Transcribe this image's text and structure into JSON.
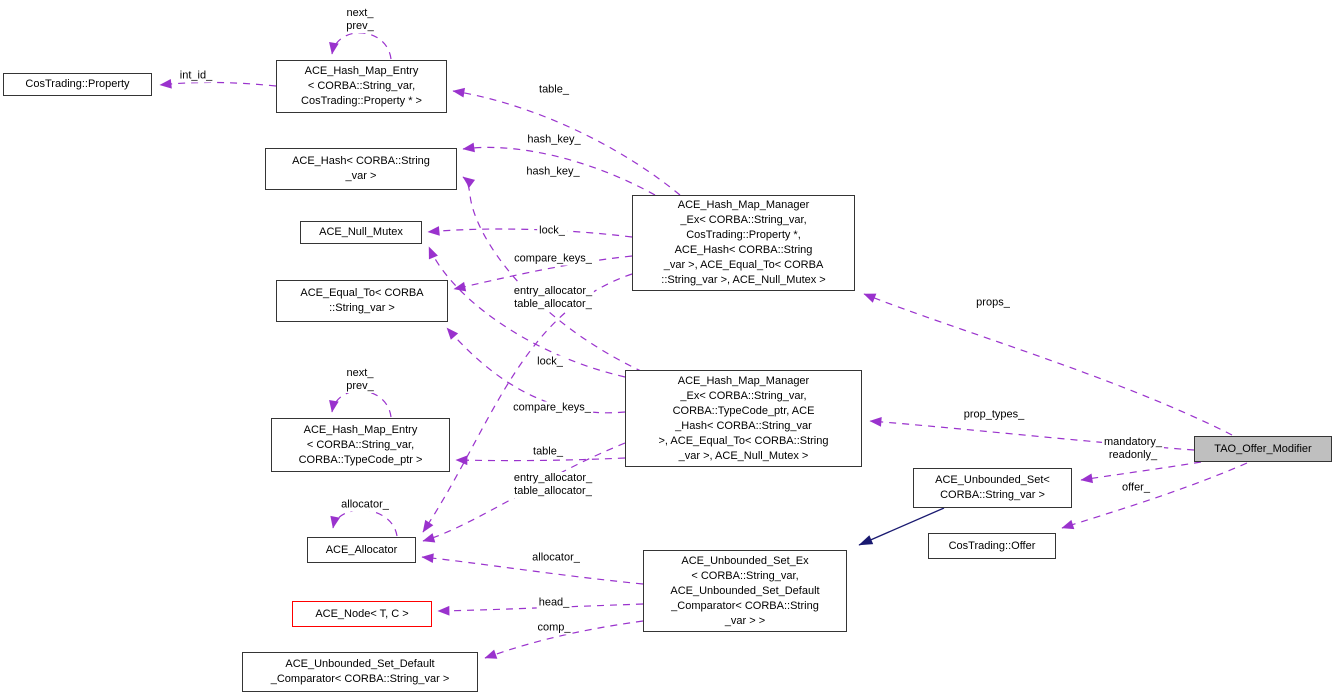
{
  "colors": {
    "edge": "#9a32cd",
    "inherit": "#191970",
    "border": "#353535",
    "fill": "#ffffff",
    "focus-fill": "#bfbfbf",
    "undoc-border": "#ff0000",
    "text": "#000000",
    "bg": "#ffffff"
  },
  "nodes": [
    {
      "id": "cos-trading-property",
      "text": "CosTrading::Property"
    },
    {
      "id": "hash-map-entry-property",
      "text": "ACE_Hash_Map_Entry\n< CORBA::String_var,\n CosTrading::Property * >"
    },
    {
      "id": "ace-hash",
      "text": "ACE_Hash< CORBA::String\n_var >"
    },
    {
      "id": "ace-null-mutex",
      "text": "ACE_Null_Mutex"
    },
    {
      "id": "ace-equal-to",
      "text": "ACE_Equal_To< CORBA\n::String_var >"
    },
    {
      "id": "hash-map-manager-property",
      "text": "ACE_Hash_Map_Manager\n_Ex< CORBA::String_var,\n CosTrading::Property *,\n ACE_Hash< CORBA::String\n_var >, ACE_Equal_To< CORBA\n::String_var >, ACE_Null_Mutex >"
    },
    {
      "id": "hash-map-entry-typecode",
      "text": "ACE_Hash_Map_Entry\n< CORBA::String_var,\n CORBA::TypeCode_ptr >"
    },
    {
      "id": "hash-map-manager-typecode",
      "text": "ACE_Hash_Map_Manager\n_Ex< CORBA::String_var,\n CORBA::TypeCode_ptr, ACE\n_Hash< CORBA::String_var\n >, ACE_Equal_To< CORBA::String\n_var >, ACE_Null_Mutex >"
    },
    {
      "id": "ace-allocator",
      "text": "ACE_Allocator"
    },
    {
      "id": "ace-node",
      "text": "ACE_Node< T, C >"
    },
    {
      "id": "unbounded-set-default-comparator",
      "text": "ACE_Unbounded_Set_Default\n_Comparator< CORBA::String_var >"
    },
    {
      "id": "unbounded-set-ex",
      "text": "ACE_Unbounded_Set_Ex\n< CORBA::String_var,\n ACE_Unbounded_Set_Default\n_Comparator< CORBA::String\n_var > >"
    },
    {
      "id": "unbounded-set",
      "text": "ACE_Unbounded_Set<\nCORBA::String_var >"
    },
    {
      "id": "cos-trading-offer",
      "text": "CosTrading::Offer"
    },
    {
      "id": "tao-offer-modifier",
      "text": "TAO_Offer_Modifier"
    }
  ],
  "labels": [
    {
      "text": "int_id_"
    },
    {
      "text": "next_\nprev_"
    },
    {
      "text": "table_"
    },
    {
      "text": "hash_key_"
    },
    {
      "text": "hash_key_"
    },
    {
      "text": "lock_"
    },
    {
      "text": "compare_keys_"
    },
    {
      "text": "entry_allocator_\ntable_allocator_"
    },
    {
      "text": "next_\nprev_"
    },
    {
      "text": "lock_"
    },
    {
      "text": "compare_keys_"
    },
    {
      "text": "table_"
    },
    {
      "text": "entry_allocator_\ntable_allocator_"
    },
    {
      "text": "allocator_"
    },
    {
      "text": "allocator_"
    },
    {
      "text": "head_"
    },
    {
      "text": "comp_"
    },
    {
      "text": "props_"
    },
    {
      "text": "prop_types_"
    },
    {
      "text": "mandatory_\nreadonly_"
    },
    {
      "text": "offer_"
    }
  ]
}
